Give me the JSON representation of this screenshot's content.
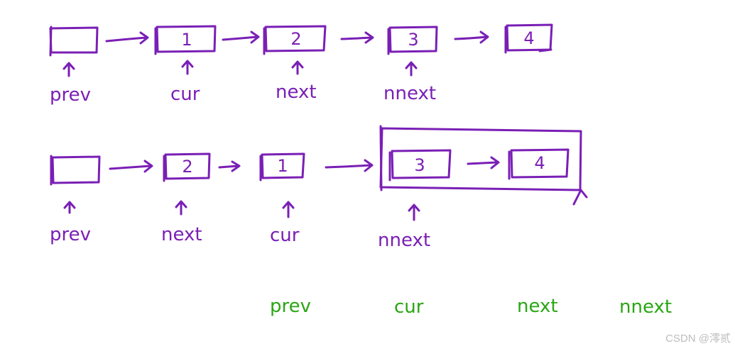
{
  "colors": {
    "ink": "#7a1fb5",
    "ink_second": "#2aa614",
    "watermark": "#bdbdbd"
  },
  "row1": {
    "nodes": [
      "",
      "1",
      "2",
      "3",
      "4"
    ],
    "pointers": [
      "prev",
      "cur",
      "next",
      "nnext"
    ]
  },
  "row2": {
    "nodes": [
      "",
      "2",
      "1",
      "3",
      "4"
    ],
    "pointers": [
      "prev",
      "next",
      "cur",
      "nnext"
    ]
  },
  "assignment_order": [
    "prev",
    "cur",
    "next",
    "nnext"
  ],
  "watermark": "CSDN @澪贰"
}
